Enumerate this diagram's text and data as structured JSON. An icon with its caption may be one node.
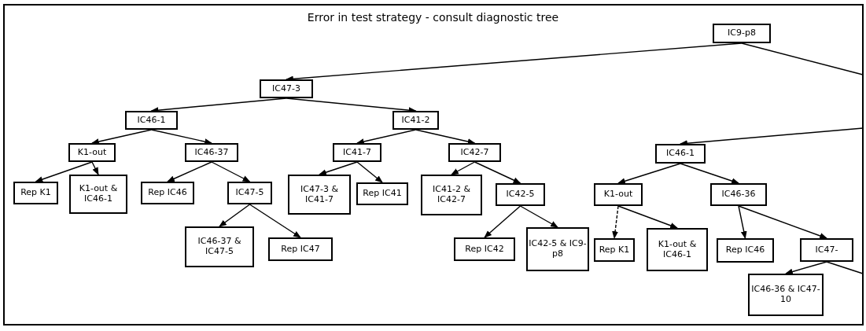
{
  "diagram": {
    "title": "Error in test strategy - consult diagnostic tree",
    "nodes": [
      {
        "text": [
          "IC9-p8"
        ]
      },
      {
        "text": [
          "IC47-3"
        ]
      },
      {
        "text": [
          "IC46-1"
        ]
      },
      {
        "text": [
          "IC41-2"
        ]
      },
      {
        "text": [
          "K1-out"
        ]
      },
      {
        "text": [
          "IC46-37"
        ]
      },
      {
        "text": [
          "IC41-7"
        ]
      },
      {
        "text": [
          "IC42-7"
        ]
      },
      {
        "text": [
          "Rep K1"
        ]
      },
      {
        "text": [
          "K1-out & IC46-1"
        ]
      },
      {
        "text": [
          "Rep IC46"
        ]
      },
      {
        "text": [
          "IC47-5"
        ]
      },
      {
        "text": [
          "IC47-3 & IC41-7"
        ]
      },
      {
        "text": [
          "Rep IC41"
        ]
      },
      {
        "text": [
          "IC41-2 & IC42-7"
        ]
      },
      {
        "text": [
          "IC42-5"
        ]
      },
      {
        "text": [
          "IC46-37 & IC47-5"
        ]
      },
      {
        "text": [
          "Rep IC47"
        ]
      },
      {
        "text": [
          "Rep IC42"
        ]
      },
      {
        "text": [
          "IC42-5 & IC9-p8"
        ]
      },
      {
        "text": [
          "IC46-1"
        ]
      },
      {
        "text": [
          "K1-out"
        ]
      },
      {
        "text": [
          "IC46-36"
        ]
      },
      {
        "text": [
          "Rep K1"
        ]
      },
      {
        "text": [
          "K1-out & IC46-1"
        ]
      },
      {
        "text": [
          "Rep IC46"
        ]
      },
      {
        "text": [
          "IC47-"
        ]
      },
      {
        "text": [
          "IC46-36 & IC47-10"
        ]
      }
    ],
    "edges": [
      {
        "from": 0,
        "to": 1,
        "arrow": "to"
      },
      {
        "from": 0,
        "to": null,
        "arrow": "none"
      },
      {
        "from": 1,
        "to": 2,
        "arrow": "to"
      },
      {
        "from": 1,
        "to": 3,
        "arrow": "to"
      },
      {
        "from": 2,
        "to": 4,
        "arrow": "to"
      },
      {
        "from": 2,
        "to": 5,
        "arrow": "to"
      },
      {
        "from": 3,
        "to": 6,
        "arrow": "to"
      },
      {
        "from": 3,
        "to": 7,
        "arrow": "to"
      },
      {
        "from": 4,
        "to": 8,
        "arrow": "to"
      },
      {
        "from": 4,
        "to": 9,
        "arrow": "to"
      },
      {
        "from": 5,
        "to": 10,
        "arrow": "to"
      },
      {
        "from": 5,
        "to": 11,
        "arrow": "to"
      },
      {
        "from": 6,
        "to": 12,
        "arrow": "to"
      },
      {
        "from": 6,
        "to": 13,
        "arrow": "to"
      },
      {
        "from": 7,
        "to": 14,
        "arrow": "to"
      },
      {
        "from": 7,
        "to": 15,
        "arrow": "to"
      },
      {
        "from": 11,
        "to": 16,
        "arrow": "to"
      },
      {
        "from": 11,
        "to": 17,
        "arrow": "to"
      },
      {
        "from": 15,
        "to": 18,
        "arrow": "to"
      },
      {
        "from": 15,
        "to": 19,
        "arrow": "to"
      },
      {
        "from": null,
        "to": 20,
        "arrow": "to"
      },
      {
        "from": 20,
        "to": 21,
        "arrow": "to"
      },
      {
        "from": 20,
        "to": 22,
        "arrow": "to"
      },
      {
        "from": 21,
        "to": 23,
        "arrow": "to",
        "style": "dashed"
      },
      {
        "from": 21,
        "to": 24,
        "arrow": "to"
      },
      {
        "from": 22,
        "to": 25,
        "arrow": "to"
      },
      {
        "from": 22,
        "to": 26,
        "arrow": "to"
      },
      {
        "from": 26,
        "to": 27,
        "arrow": "to"
      },
      {
        "from": 26,
        "to": null,
        "arrow": "none"
      }
    ]
  }
}
